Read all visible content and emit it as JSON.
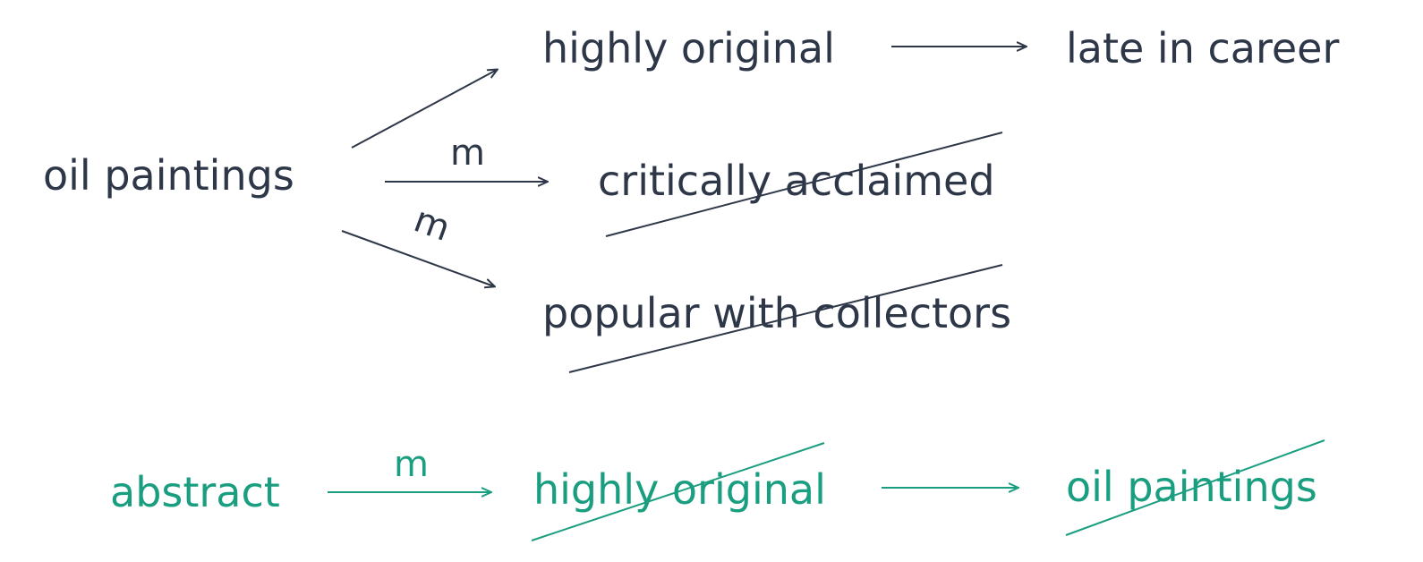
{
  "colors": {
    "dark": "#2e3748",
    "green": "#1a9e80"
  },
  "nodes": {
    "oil_paintings": "oil paintings",
    "highly_original_top": "highly original",
    "late_in_career": "late in career",
    "critically_acclaimed": "critically acclaimed",
    "popular_with_collectors": "popular with collectors",
    "abstract": "abstract",
    "highly_original_bottom": "highly original",
    "oil_paintings_bottom": "oil paintings"
  },
  "edge_labels": {
    "to_critically_acclaimed": "m",
    "to_popular_with_collectors": "m",
    "abstract_to_highly_original": "m"
  },
  "struck_out": [
    "critically acclaimed",
    "popular with collectors",
    "highly original (bottom)",
    "oil paintings (bottom)"
  ]
}
